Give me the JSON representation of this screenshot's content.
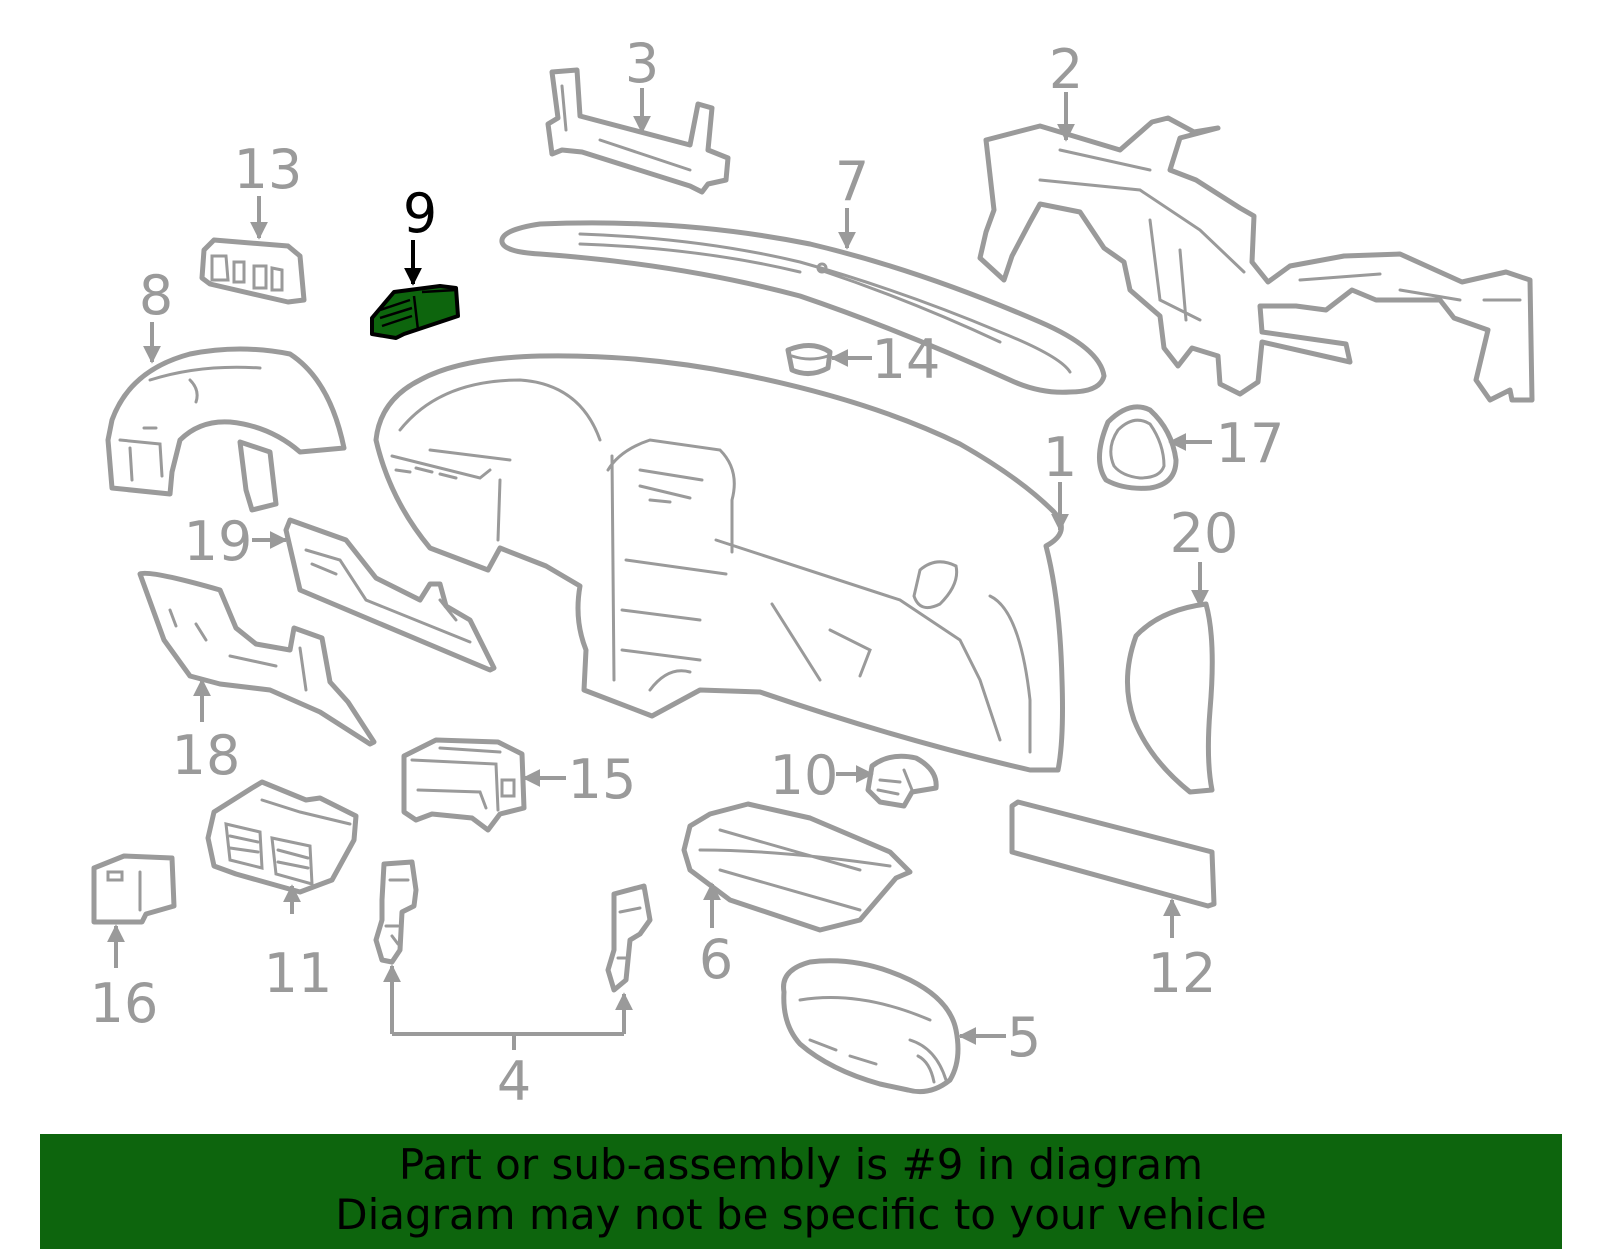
{
  "diagram": {
    "selected_part": "9",
    "callouts": {
      "c1": "1",
      "c2": "2",
      "c3": "3",
      "c4": "4",
      "c5": "5",
      "c6": "6",
      "c7": "7",
      "c8": "8",
      "c9": "9",
      "c10": "10",
      "c11": "11",
      "c12": "12",
      "c13": "13",
      "c14": "14",
      "c15": "15",
      "c16": "16",
      "c17": "17",
      "c18": "18",
      "c19": "19",
      "c20": "20"
    }
  },
  "banner": {
    "line1": "Part or sub-assembly is #9 in diagram",
    "line2": "Diagram may not be specific to your vehicle"
  },
  "colors": {
    "highlight": "#0d650d",
    "line": "#9a9a9a",
    "banner_bg": "#0d650d"
  }
}
